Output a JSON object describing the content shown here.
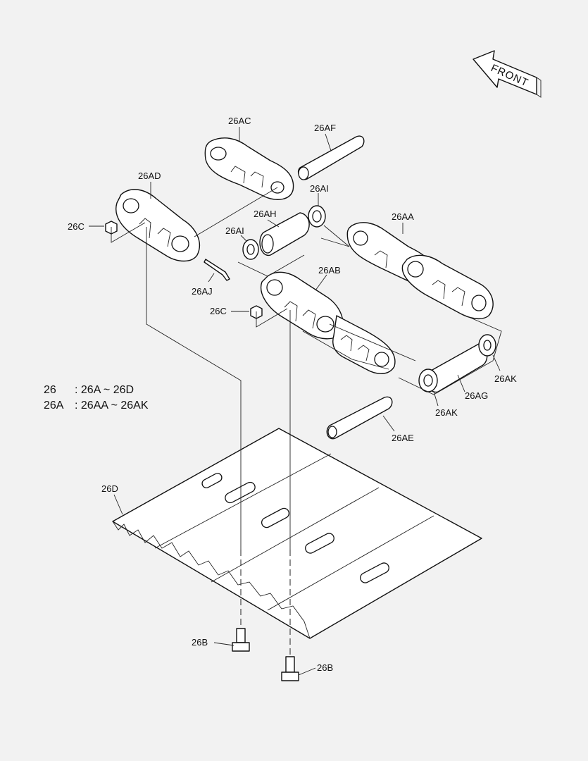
{
  "front_arrow": {
    "label": "FRONT"
  },
  "parts": {
    "p26AC": "26AC",
    "p26AF": "26AF",
    "p26AD": "26AD",
    "p26AI_top": "26AI",
    "p26AH": "26AH",
    "p26AA": "26AA",
    "p26C_left": "26C",
    "p26AI_left": "26AI",
    "p26AB": "26AB",
    "p26AJ": "26AJ",
    "p26C_mid": "26C",
    "p26AK_right": "26AK",
    "p26AG": "26AG",
    "p26AK_left": "26AK",
    "p26AE": "26AE",
    "p26D": "26D",
    "p26B_left": "26B",
    "p26B_right": "26B"
  },
  "composition_notes": {
    "line1_code": "26",
    "line1_text": ": 26A ~ 26D",
    "line2_code": "26A",
    "line2_text": ": 26AA ~ 26AK"
  }
}
